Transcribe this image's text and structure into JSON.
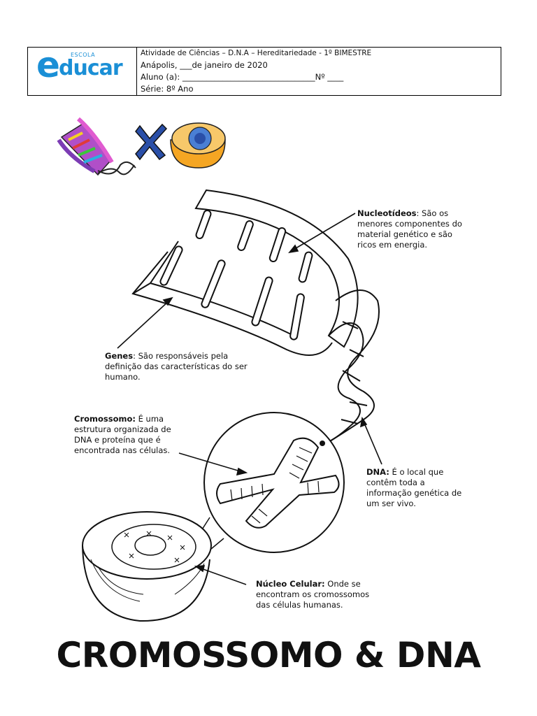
{
  "header": {
    "logo_small": "ESCOLA",
    "logo_e": "e",
    "logo_rest": "ducar",
    "line1": "Atividade de Ciências – D.N.A – Hereditariedade - 1º BIMESTRE",
    "line2": "Anápolis, ___de janeiro de 2020",
    "line3": "Aluno (a): _________________________________Nº ____",
    "line4": "Série: 8º Ano"
  },
  "annotations": {
    "nucleotideos": {
      "term": "Nucleotídeos",
      "text": ": São os menores componentes do material genético e são ricos em energia."
    },
    "genes": {
      "term": "Genes",
      "text": ": São responsáveis pela definição das características do ser humano."
    },
    "cromossomo": {
      "term": "Cromossomo:",
      "text": " É uma estrutura organizada de DNA e proteína que é encontrada nas células."
    },
    "dna": {
      "term": "DNA:",
      "text": " É o local que contêm toda a informação genética de um ser vivo."
    },
    "nucleo": {
      "term": "Núcleo Celular:",
      "text": " Onde se encontram os cromossomos das células humanas."
    }
  },
  "title": "CROMOSSOMO & DNA",
  "colors": {
    "logo_blue": "#1a8fd6",
    "cell_orange": "#f5a623",
    "nucleus_blue": "#4a7fd4",
    "chromosome_blue": "#2a4fa8",
    "dna_purple": "#b04fc8"
  }
}
